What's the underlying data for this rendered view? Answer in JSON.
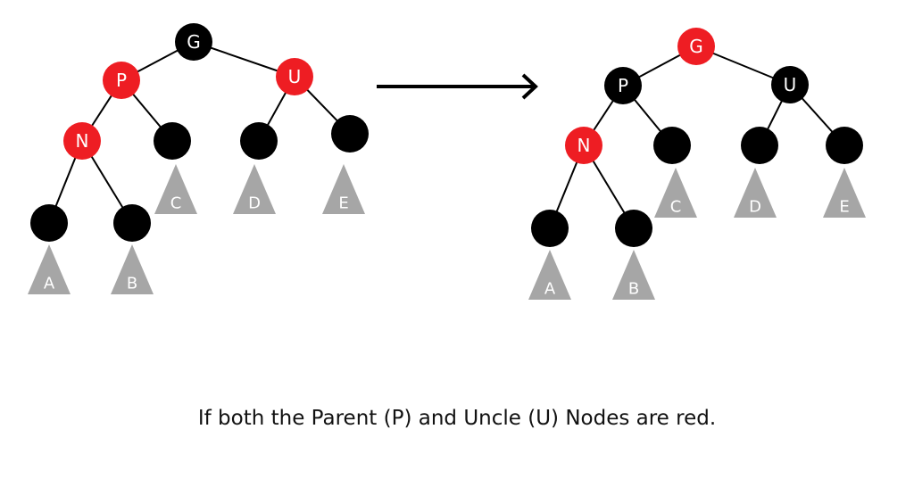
{
  "colors": {
    "red": "#ee1d23",
    "black": "#000000",
    "subtree": "#a6a6a6",
    "edge": "#000000"
  },
  "trees": [
    {
      "name": "before",
      "nodes": [
        {
          "id": "G",
          "label": "G",
          "color": "black"
        },
        {
          "id": "P",
          "label": "P",
          "color": "red"
        },
        {
          "id": "U",
          "label": "U",
          "color": "red"
        },
        {
          "id": "N",
          "label": "N",
          "color": "red"
        },
        {
          "id": "C_node",
          "label": "",
          "color": "black"
        },
        {
          "id": "D_node",
          "label": "",
          "color": "black"
        },
        {
          "id": "E_node",
          "label": "",
          "color": "black"
        },
        {
          "id": "A_node",
          "label": "",
          "color": "black"
        },
        {
          "id": "B_node",
          "label": "",
          "color": "black"
        }
      ],
      "subtrees": [
        "A",
        "B",
        "C",
        "D",
        "E"
      ]
    },
    {
      "name": "after",
      "nodes": [
        {
          "id": "G",
          "label": "G",
          "color": "red"
        },
        {
          "id": "P",
          "label": "P",
          "color": "black"
        },
        {
          "id": "U",
          "label": "U",
          "color": "black"
        },
        {
          "id": "N",
          "label": "N",
          "color": "red"
        },
        {
          "id": "C_node",
          "label": "",
          "color": "black"
        },
        {
          "id": "D_node",
          "label": "",
          "color": "black"
        },
        {
          "id": "E_node",
          "label": "",
          "color": "black"
        },
        {
          "id": "A_node",
          "label": "",
          "color": "black"
        },
        {
          "id": "B_node",
          "label": "",
          "color": "black"
        }
      ],
      "subtrees": [
        "A",
        "B",
        "C",
        "D",
        "E"
      ]
    }
  ],
  "caption": "If both the Parent (P) and Uncle (U) Nodes are red."
}
